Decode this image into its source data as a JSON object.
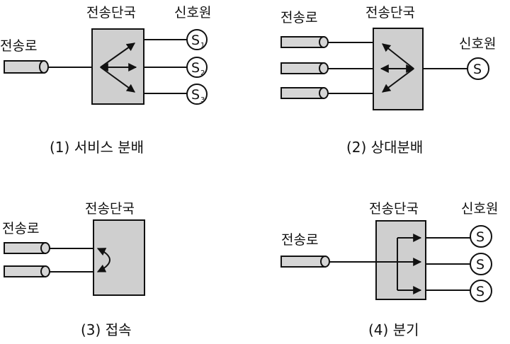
{
  "labels": {
    "line": "전송로",
    "station": "전송단국",
    "source": "신호원"
  },
  "symbols": {
    "s1": "S",
    "s1_sub": "1",
    "s2": "S",
    "s2_sub": "2",
    "s3": "S",
    "s3_sub": "3",
    "s": "S"
  },
  "captions": {
    "p1": "(1) 서비스 분배",
    "p2": "(2) 상대분배",
    "p3": "(3) 접속",
    "p4": "(4) 분기"
  }
}
